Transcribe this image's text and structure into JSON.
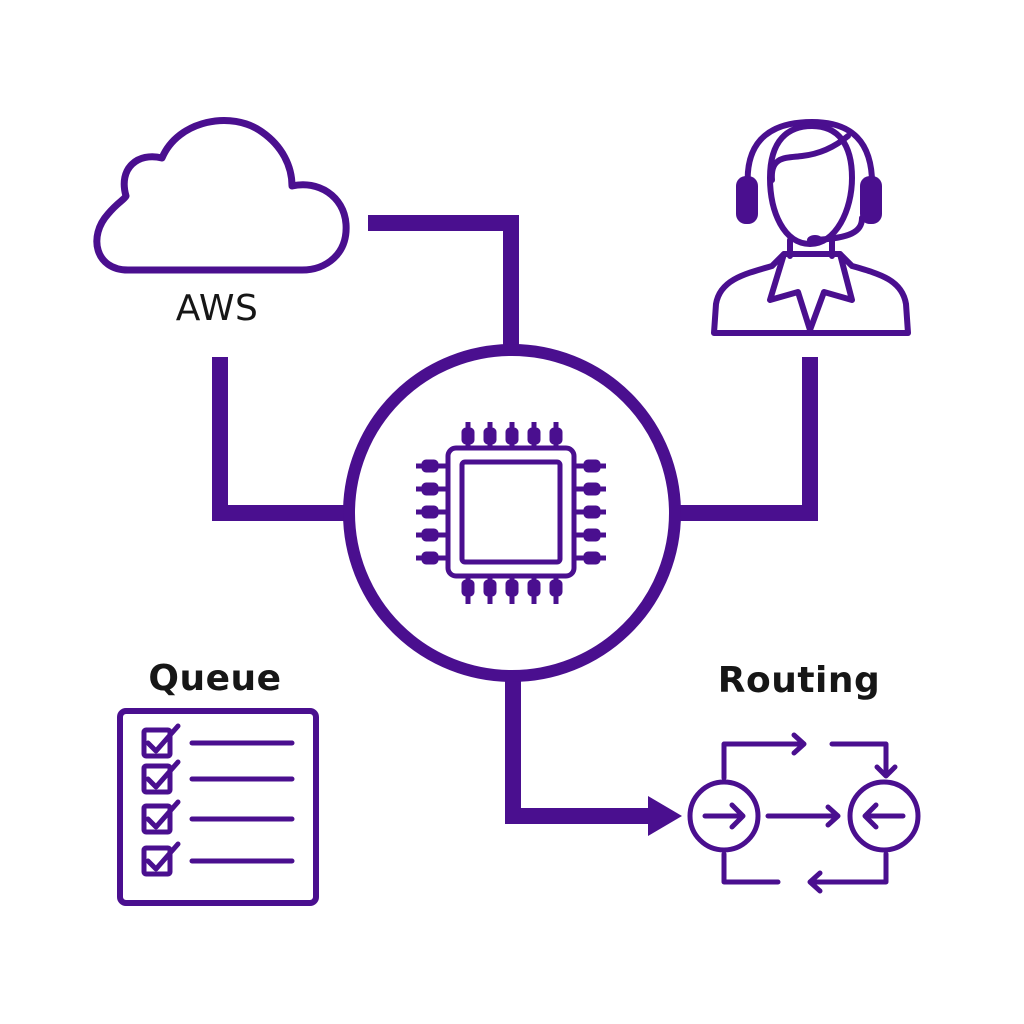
{
  "colors": {
    "accent": "#4a0f8f",
    "text": "#161616",
    "background": "#ffffff"
  },
  "nodes": {
    "cloud": {
      "label": "AWS",
      "icon": "cloud-icon"
    },
    "agent": {
      "icon": "headset-agent-icon"
    },
    "processor": {
      "icon": "cpu-chip-icon"
    },
    "queue": {
      "label": "Queue",
      "icon": "checklist-icon"
    },
    "routing": {
      "label": "Routing",
      "icon": "routing-arrows-icon"
    }
  }
}
